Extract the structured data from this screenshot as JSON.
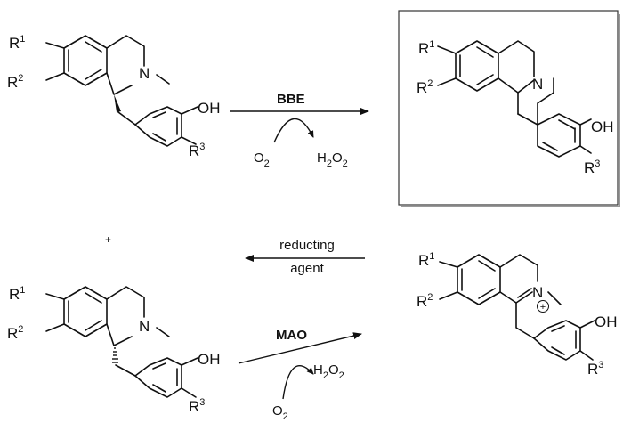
{
  "molecules": {
    "top_left": {
      "r1": "R",
      "r1_sup": "1",
      "r2": "R",
      "r2_sup": "2",
      "r3": "R",
      "r3_sup": "3",
      "n": "N",
      "oh": "OH"
    },
    "top_right": {
      "r1": "R",
      "r1_sup": "1",
      "r2": "R",
      "r2_sup": "2",
      "r3": "R",
      "r3_sup": "3",
      "n": "N",
      "oh": "OH"
    },
    "bottom_left": {
      "r1": "R",
      "r1_sup": "1",
      "r2": "R",
      "r2_sup": "2",
      "r3": "R",
      "r3_sup": "3",
      "n": "N",
      "oh": "OH"
    },
    "bottom_right": {
      "r1": "R",
      "r1_sup": "1",
      "r2": "R",
      "r2_sup": "2",
      "r3": "R",
      "r3_sup": "3",
      "n": "N",
      "oh": "OH",
      "charge": "+"
    }
  },
  "reactions": {
    "bbe": {
      "enzyme": "BBE",
      "o2": "O",
      "o2_sub": "2",
      "h2o2_h": "H",
      "h2o2_sub1": "2",
      "h2o2_o": "O",
      "h2o2_sub2": "2"
    },
    "reducing": {
      "line1": "reducting",
      "line2": "agent"
    },
    "mao": {
      "enzyme": "MAO",
      "o2": "O",
      "o2_sub": "2",
      "h2o2_h": "H",
      "h2o2_sub1": "2",
      "h2o2_o": "O",
      "h2o2_sub2": "2"
    }
  },
  "stray_mark": "+"
}
